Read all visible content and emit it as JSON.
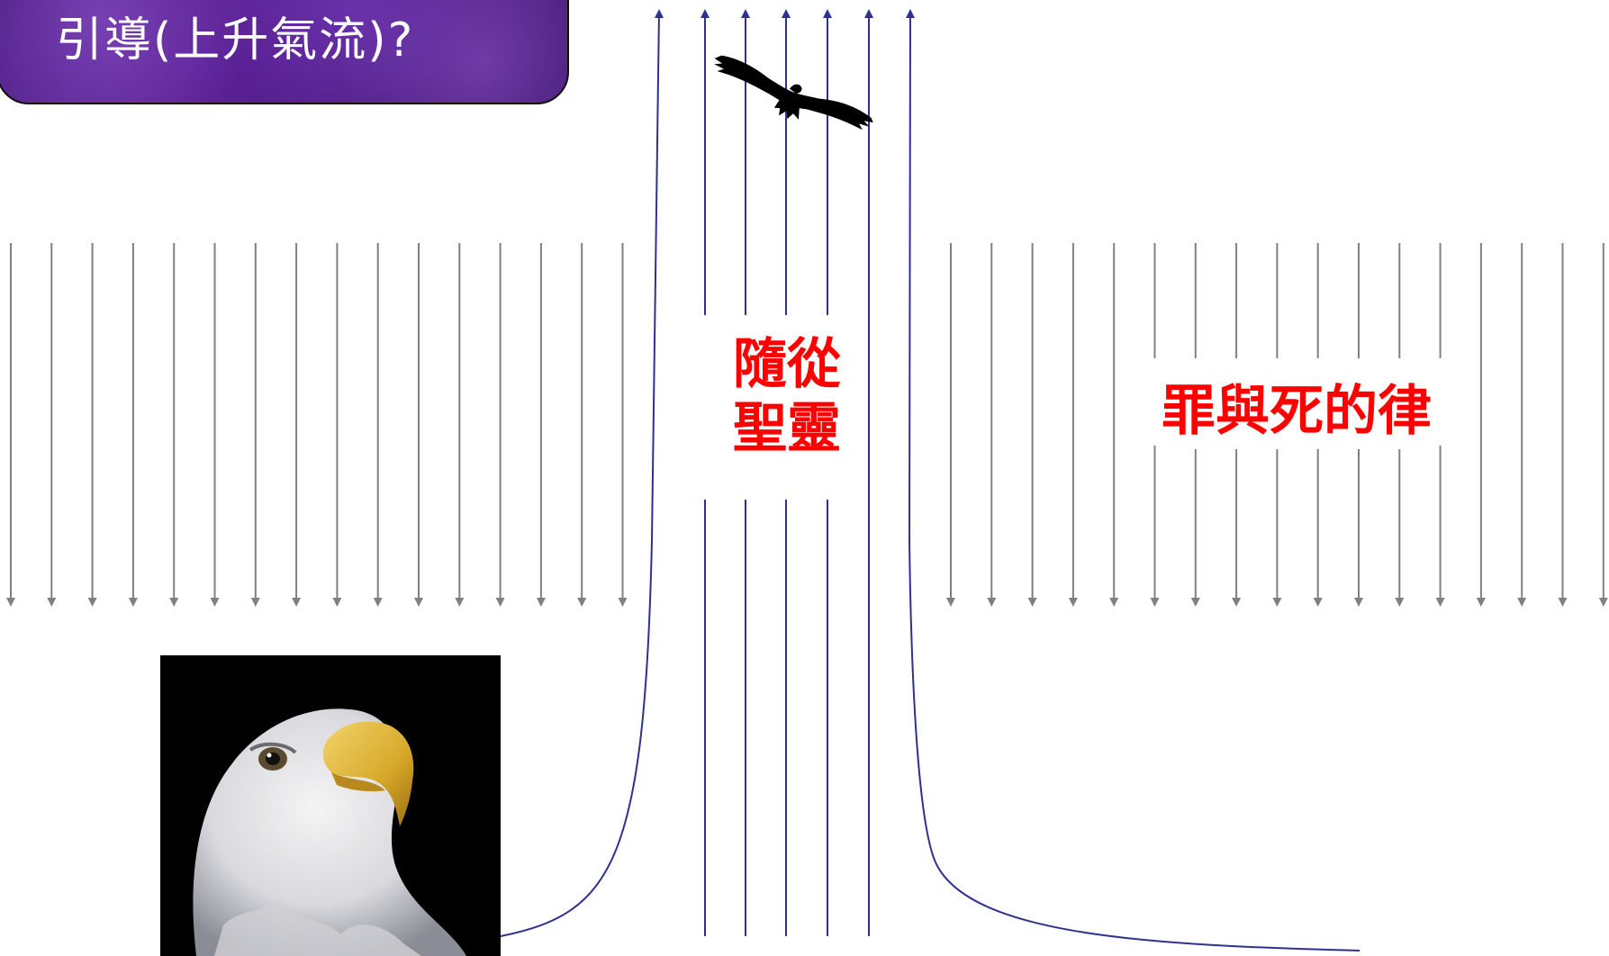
{
  "title": {
    "text": "引導(上升氣流)?"
  },
  "labels": {
    "follow_line1": "隨從",
    "follow_line2": "聖靈",
    "law": "罪與死的律"
  },
  "colors": {
    "title_bg": "#4a1d80",
    "down_arrows": "#808080",
    "updraft_lines": "#2e3192",
    "label_text": "#ff0000"
  },
  "icons": {
    "bird": "soaring-eagle-silhouette-icon",
    "photo": "bald-eagle-head-photo"
  }
}
